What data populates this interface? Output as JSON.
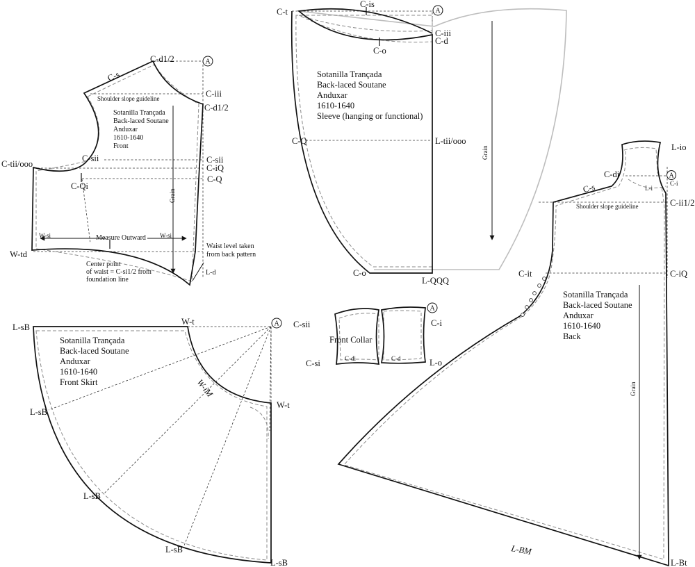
{
  "front": {
    "title_lines": [
      "Sotanilla Trançada",
      "Back-laced Soutane",
      "Anduxar",
      "1610-1640",
      "Front"
    ],
    "labels": {
      "c_d1_2_top": "C-d1/2",
      "c_s": "C-s",
      "shoulder_slope": "Shoulder slope guideline",
      "c_iii": "C-iii",
      "c_d1_2": "C-d1/2",
      "c_tii_ooo": "C-tii/ooo",
      "c_sii_left": "C-sii",
      "c_sii_right": "C-sii",
      "c_iq": "C-iQ",
      "c_qi": "C-Qi",
      "c_q": "C-Q",
      "grain": "Grain",
      "w_si_left": "W-si",
      "measure_outward": "Measure Outward",
      "w_si_right": "W-si",
      "w_td": "W-td",
      "waist_note_1": "Waist level taken",
      "waist_note_2": "from back pattern",
      "center_note_1": "Center point",
      "center_note_2": "of waist = C-si1/2 from",
      "center_note_3": "foundation line",
      "l_d": "L-d",
      "a_mark": "A"
    }
  },
  "sleeve": {
    "title_lines": [
      "Sotanilla Trançada",
      "Back-laced Soutane",
      "Anduxar",
      "1610-1640",
      "Sleeve (hanging or functional)"
    ],
    "labels": {
      "c_t": "C-t",
      "c_is": "C-is",
      "a_mark": "A",
      "c_iii": "C-iii",
      "c_d": "C-d",
      "c_o_top": "C-o",
      "c_q": "C-Q",
      "l_tii_ooo": "L-tii/ooo",
      "grain": "Grain",
      "c_o_bottom": "C-o",
      "l_qqq": "L-QQQ"
    }
  },
  "back": {
    "title_lines": [
      "Sotanilla Trançada",
      "Back-laced Soutane",
      "Anduxar",
      "1610-1640",
      "Back"
    ],
    "labels": {
      "l_io": "L-io",
      "c_di": "C-di",
      "a_mark": "A",
      "c_i": "C-i",
      "l_i": "L-i",
      "c_s": "C-s",
      "c_ii1_2": "C-ii1/2",
      "shoulder_slope": "Shoulder slope guideline",
      "c_it": "C-it",
      "c_iq": "C-iQ",
      "grain": "Grain",
      "l_bm": "L-BM",
      "l_bt": "L-Bt"
    }
  },
  "skirt": {
    "title_lines": [
      "Sotanilla Trançada",
      "Back-laced Soutane",
      "Anduxar",
      "1610-1640",
      "Front Skirt"
    ],
    "labels": {
      "l_sb_top": "L-sB",
      "w_t_top": "W-t",
      "a_mark": "A",
      "w_im": "W-iM",
      "w_t_right": "W-t",
      "l_sb_1": "L-sB",
      "l_sb_2": "L-sB",
      "l_sb_3": "L-sB",
      "l_sb_bottom": "L-sB"
    }
  },
  "collar": {
    "title": "Front Collar",
    "labels": {
      "c_sii": "C-sii",
      "a_mark": "A",
      "c_i": "C-i",
      "c_si": "C-si",
      "c_di": "C-di",
      "c_d": "C-d",
      "l_o": "L-o"
    }
  }
}
